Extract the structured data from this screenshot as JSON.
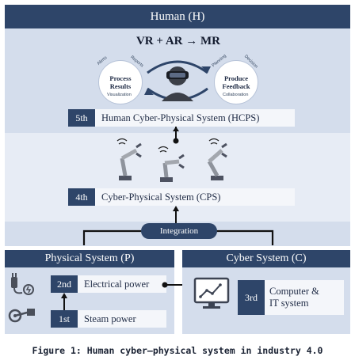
{
  "human": {
    "title": "Human (H)",
    "headline": "VR + AR → MR"
  },
  "left_circle": {
    "main_line1": "Process",
    "main_line2": "Results",
    "tag_top_left": "Alerts",
    "tag_top_right": "Reports",
    "tag_bottom": "Visualization"
  },
  "right_circle": {
    "main_line1": "Produce",
    "main_line2": "Feedback",
    "tag_top_left": "Planning",
    "tag_top_right": "Decision",
    "tag_bottom": "Collaboration"
  },
  "levels": {
    "fifth": {
      "num": "5th",
      "label": "Human Cyber-Physical System (HCPS)"
    },
    "fourth": {
      "num": "4th",
      "label": "Cyber-Physical System (CPS)"
    },
    "third": {
      "num": "3rd",
      "label_line1": "Computer &",
      "label_line2": "IT system"
    },
    "second": {
      "num": "2nd",
      "label": "Electrical power"
    },
    "first": {
      "num": "1st",
      "label": "Steam power"
    }
  },
  "integration": "Integration",
  "physical": {
    "title": "Physical System (P)"
  },
  "cyber": {
    "title": "Cyber System (C)"
  },
  "caption": "Figure 1: Human cyber–physical system in industry 4.0",
  "colors": {
    "navy": "#2e4569",
    "light_panel": "#d4ddec",
    "band": "#e7ecf5"
  },
  "icons": [
    "vr-headset-user-icon",
    "robot-arm-icon",
    "plug-icon",
    "steam-engine-icon",
    "computer-monitor-icon"
  ]
}
